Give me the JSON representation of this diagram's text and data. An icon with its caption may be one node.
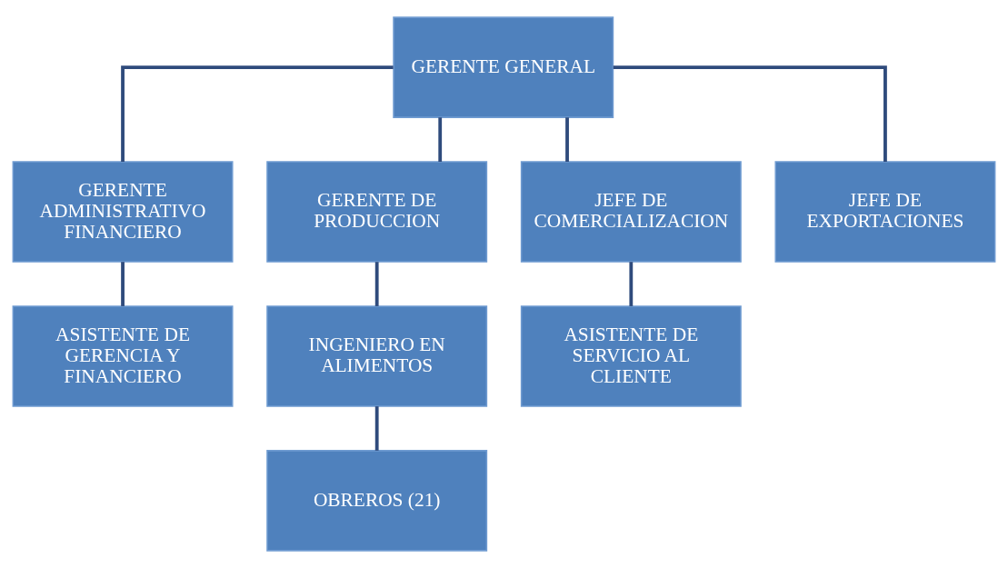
{
  "diagram": {
    "nodes": [
      {
        "text": [
          "GERENTE GENERAL"
        ]
      },
      {
        "text": [
          "GERENTE ADMINISTRATIVO FINANCIERO"
        ]
      },
      {
        "text": [
          "GERENTE DE PRODUCCION"
        ]
      },
      {
        "text": [
          "JEFE DE COMERCIALIZACION"
        ]
      },
      {
        "text": [
          "JEFE DE EXPORTACIONES"
        ]
      },
      {
        "text": [
          "ASISTENTE DE GERENCIA Y FINANCIERO"
        ]
      },
      {
        "text": [
          "INGENIERO EN ALIMENTOS"
        ]
      },
      {
        "text": [
          "ASISTENTE DE SERVICIO AL CLIENTE"
        ]
      },
      {
        "text": [
          "OBREROS (21)"
        ]
      }
    ],
    "edges": [
      {
        "from": 0,
        "to": 1,
        "arrow": "none"
      },
      {
        "from": 0,
        "to": 2,
        "arrow": "none"
      },
      {
        "from": 0,
        "to": 3,
        "arrow": "none"
      },
      {
        "from": 0,
        "to": 4,
        "arrow": "none"
      },
      {
        "from": 1,
        "to": 5,
        "arrow": "none"
      },
      {
        "from": 2,
        "to": 6,
        "arrow": "none"
      },
      {
        "from": 3,
        "to": 7,
        "arrow": "none"
      },
      {
        "from": 6,
        "to": 8,
        "arrow": "none"
      }
    ]
  }
}
